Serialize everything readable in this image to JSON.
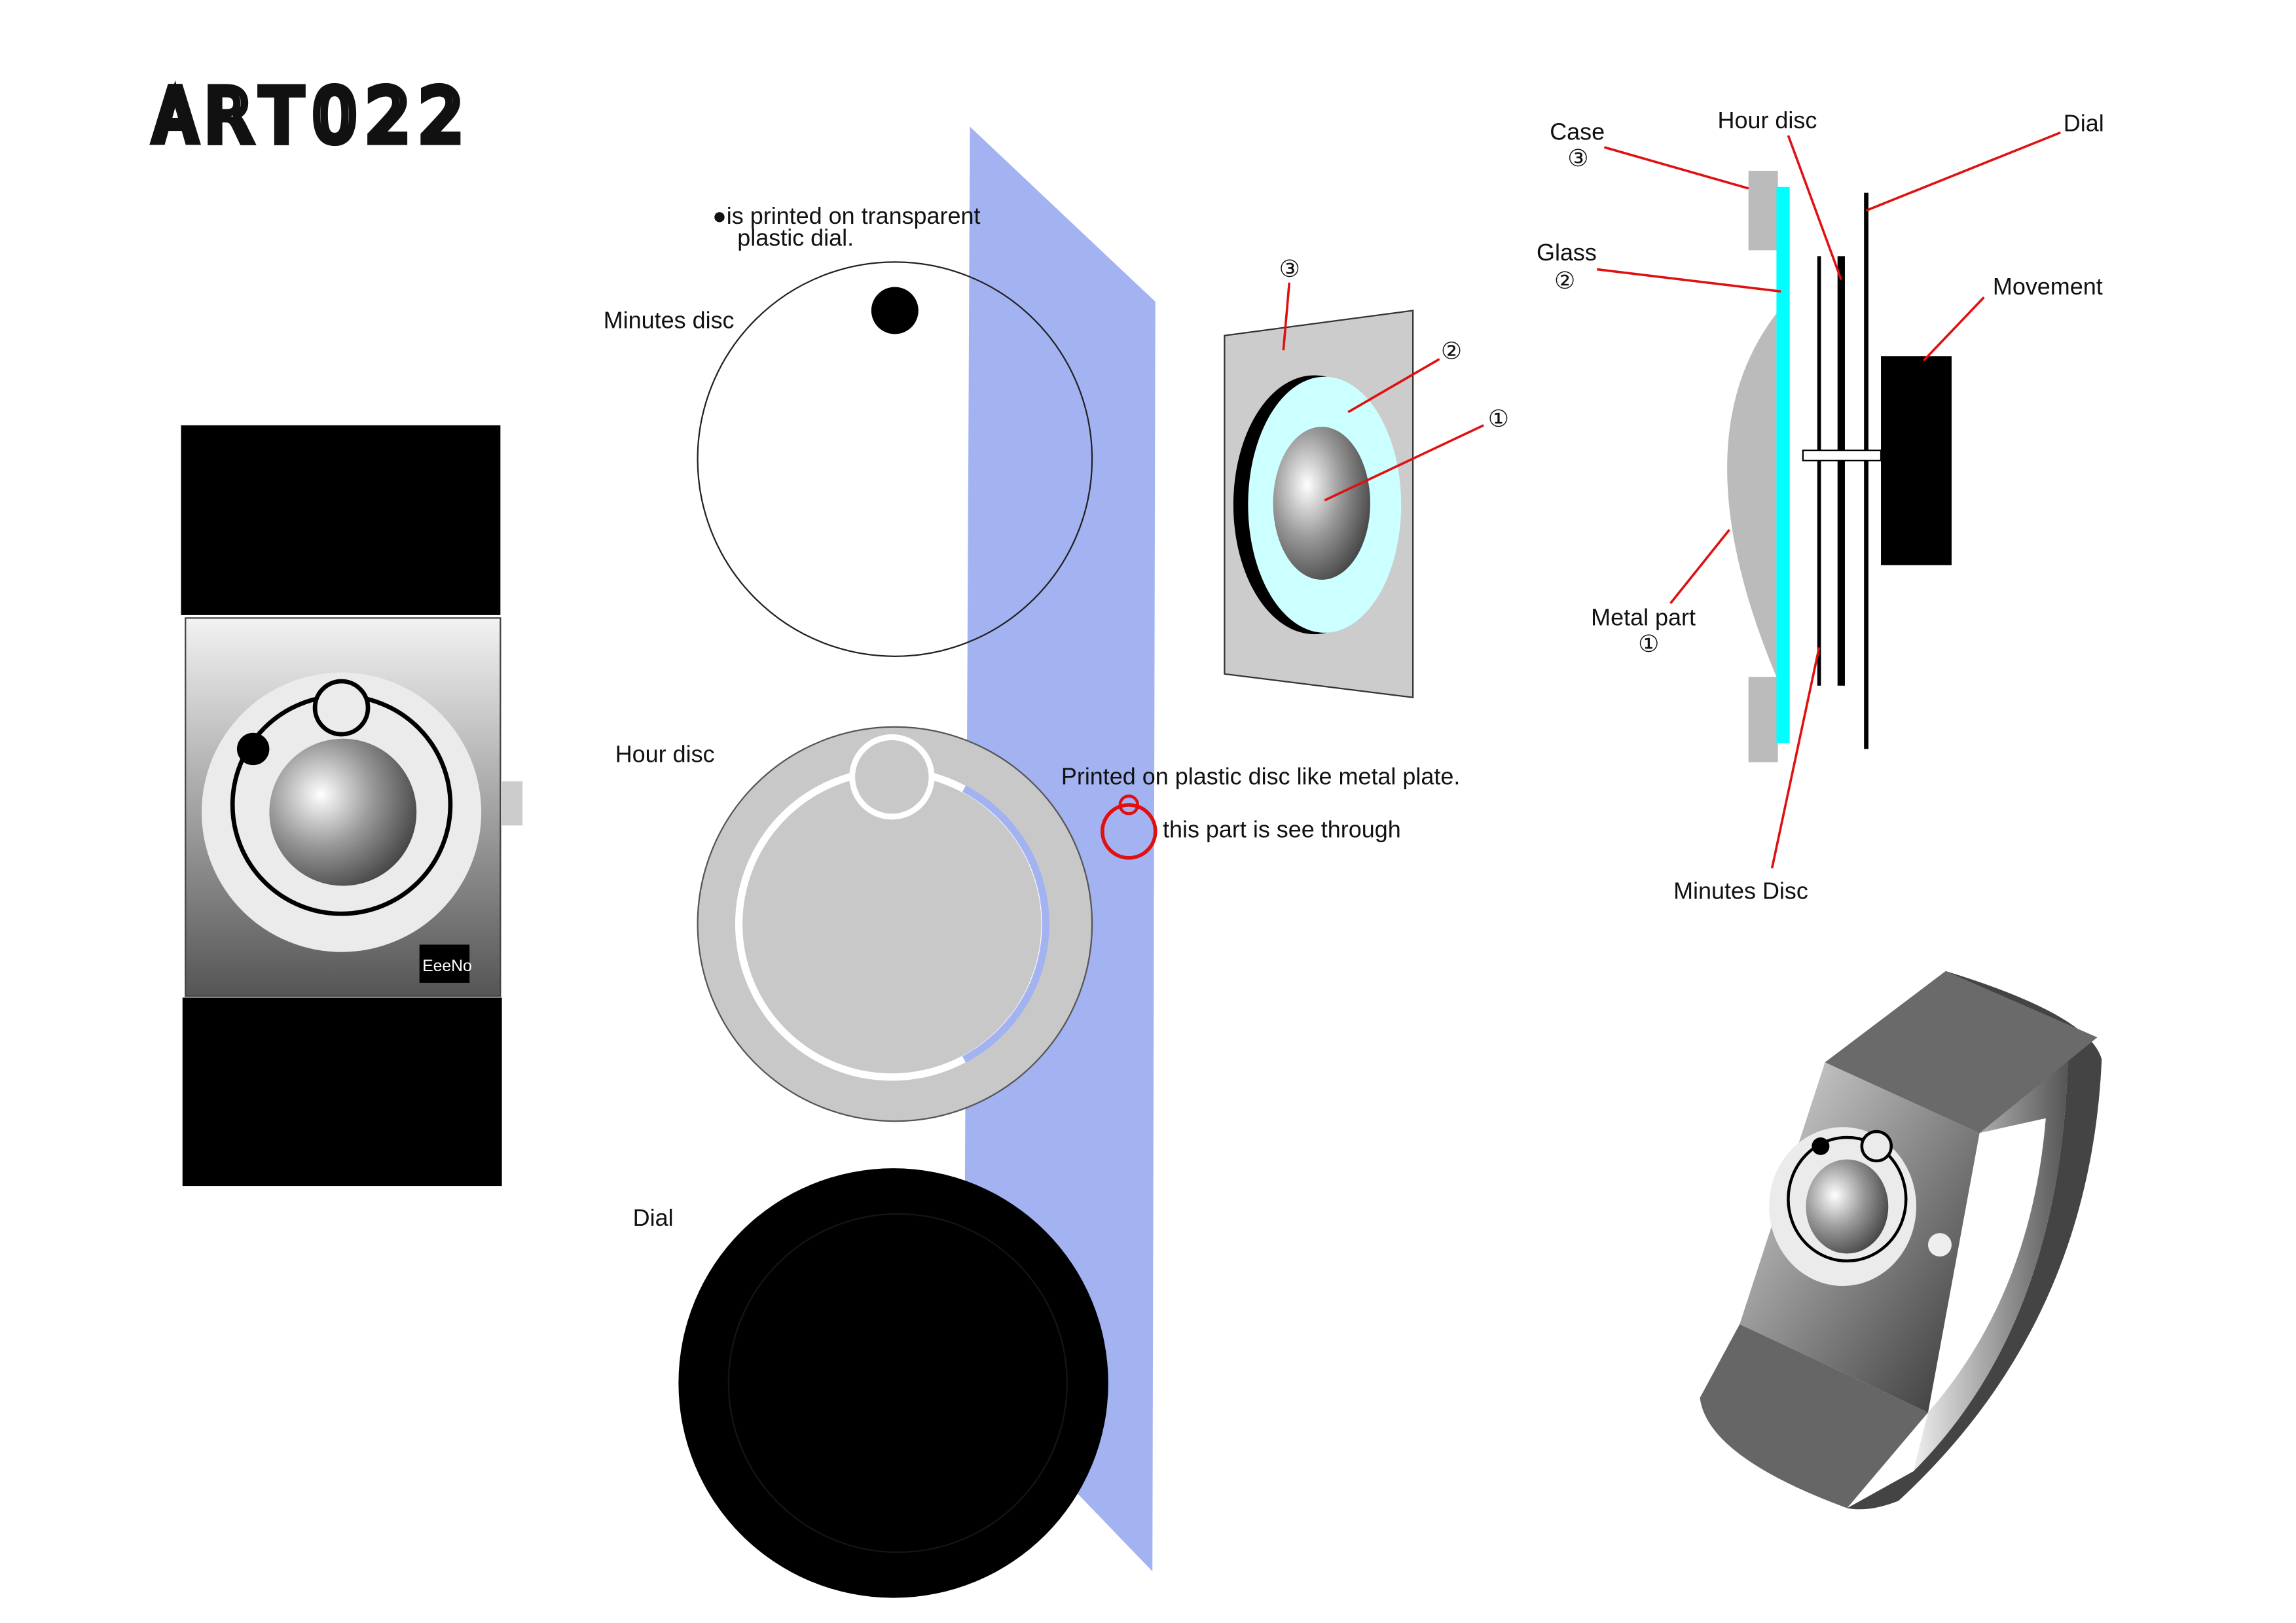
{
  "title": "ARTO22",
  "left_view": {
    "logo": "EeeNo"
  },
  "exploded": {
    "note_line1": "●is printed on transparent",
    "note_line2": "plastic dial.",
    "minutes_disc_label": "Minutes disc",
    "hour_disc_label": "Hour disc",
    "dial_label": "Dial",
    "plastic_note": "Printed on plastic disc like metal plate.",
    "see_through_note": "this part is see through",
    "part_labels": [
      "③",
      "②",
      "①"
    ]
  },
  "cross_section": {
    "case_label": "Case",
    "case_num": "③",
    "hour_disc_label": "Hour disc",
    "dial_label": "Dial",
    "glass_label": "Glass",
    "glass_num": "②",
    "movement_label": "Movement",
    "metal_label": "Metal part",
    "metal_num": "①",
    "minutes_disc_label": "Minutes Disc"
  },
  "colors": {
    "plane": "#a3b3f2",
    "glass": "#00ffff",
    "leader": "#e01010"
  }
}
